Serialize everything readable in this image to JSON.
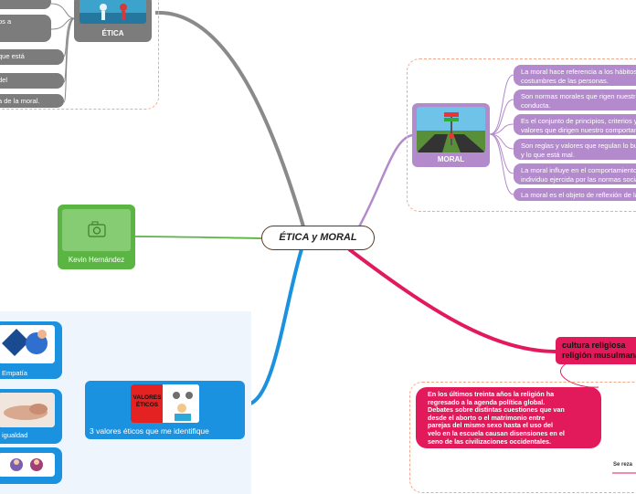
{
  "central": {
    "title": "ÉTICA y MORAL"
  },
  "etica": {
    "label": "ÉTICA",
    "items": [
      "",
      "os a",
      "",
      "que está",
      "del",
      "a de la moral."
    ]
  },
  "moral": {
    "label": "MORAL",
    "sign_text": "",
    "items": [
      "La moral hace referencia a los hábitos y\ncostumbres de las personas.",
      "Son normas morales que rigen nuestra\nconducta.",
      "Es el conjunto de principios, criterios y\nvalores que dirigen nuestro comportamiento.",
      "Son reglas y valores que regulan lo bueno\ny lo que está mal.",
      "La moral influye en el comportamiento del\nindividuo ejercida por las normas sociales.",
      "La moral es el objeto de reflexión de la ética."
    ]
  },
  "kevin": {
    "label": "Kevin Hernández"
  },
  "valores": {
    "label": "3 valores éticos que me identifique",
    "image_text": "VALORES\nÉTICOS",
    "children": [
      "Empatía",
      "igualdad",
      ""
    ]
  },
  "cultura": {
    "title": "cultura religiosa\nreligión musulmana",
    "paragraph": "En los últimos treinta años la religión ha\nregresado a la agenda política global.\nDebates sobre distintas cuestiones que van\ndesde el aborto o el matrimonio entre\nparejas del mismo sexo hasta el uso del\nvelo en la escuela causan disensiones en el\nseno de las civilizaciones occidentales.",
    "fragment": "Se reza"
  },
  "colors": {
    "etica": "#7c7c7c",
    "moral": "#b38acb",
    "kevin": "#5ab542",
    "valores": "#1b92e0",
    "cultura": "#e21a5c",
    "central_border": "#5a3a22"
  }
}
